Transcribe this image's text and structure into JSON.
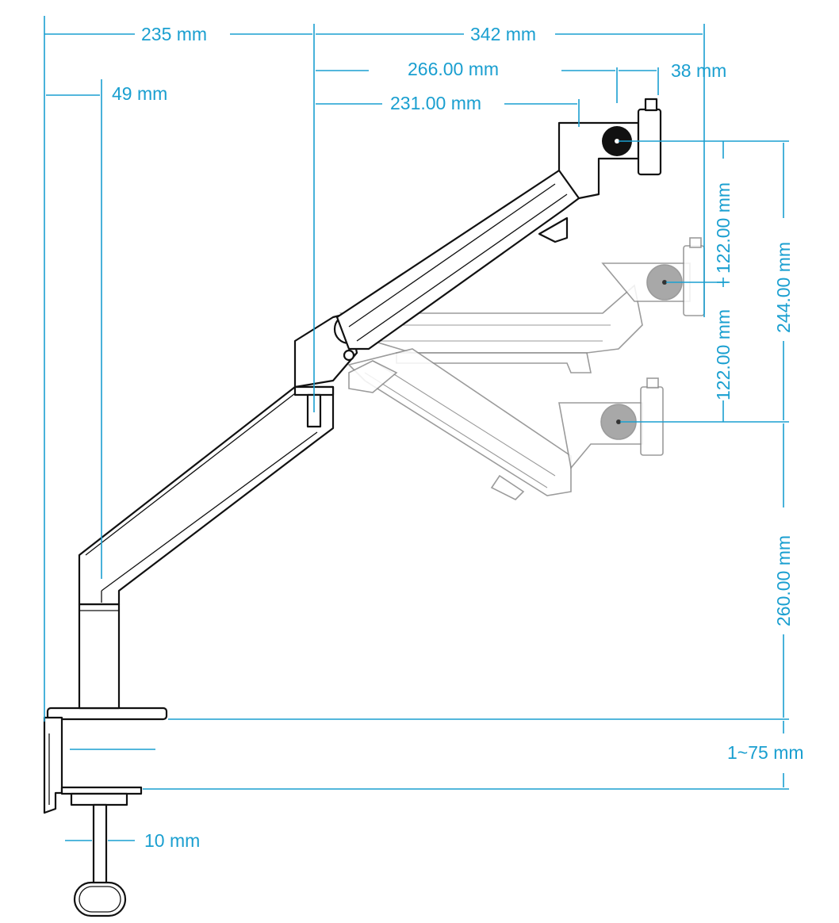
{
  "dimensions": {
    "arm_reach_base": "235 mm",
    "arm_reach_upper": "342 mm",
    "upper_arm_extension": "266.00 mm",
    "upper_arm_length": "231.00 mm",
    "head_depth": "38 mm",
    "pole_offset": "49 mm",
    "tilt_up": "122.00 mm",
    "tilt_down": "122.00 mm",
    "vertical_total": "244.00 mm",
    "pole_height": "260.00 mm",
    "clamp_range": "1~75 mm",
    "screw_diameter": "10 mm"
  },
  "colors": {
    "dimension": "#1a9fd0",
    "outline": "#111111",
    "ghost": "#8a8a8a"
  }
}
